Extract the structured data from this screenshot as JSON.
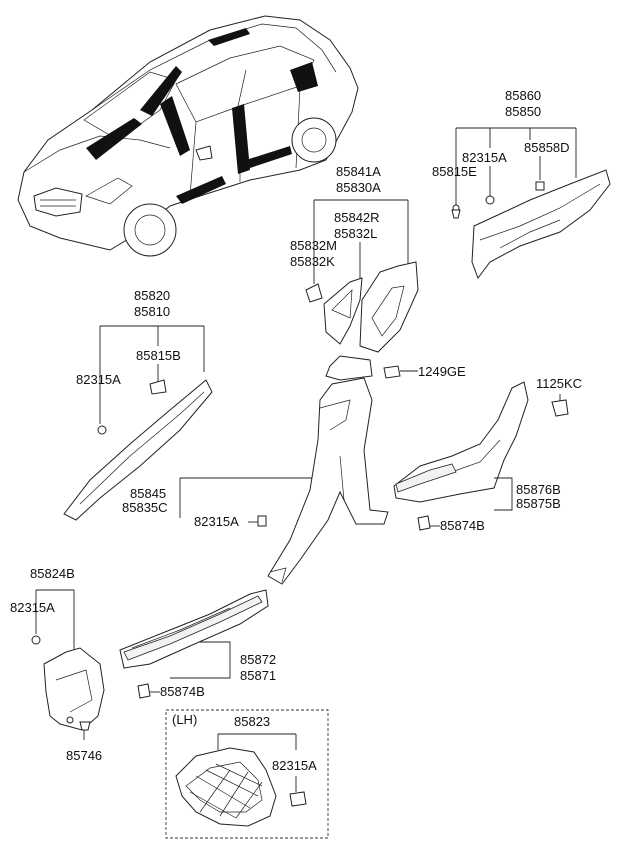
{
  "labels": {
    "p85860": "85860",
    "p85850": "85850",
    "p82315a_top": "82315A",
    "p85858d": "85858D",
    "p85815e": "85815E",
    "p85841a": "85841A",
    "p85830a": "85830A",
    "p85842r": "85842R",
    "p85832l": "85832L",
    "p85832m": "85832M",
    "p85832k": "85832K",
    "p85820": "85820",
    "p85810": "85810",
    "p85815b": "85815B",
    "p82315a_left": "82315A",
    "p1249ge": "1249GE",
    "p1125kc": "1125KC",
    "p85845": "85845",
    "p85835c": "85835C",
    "p82315a_mid": "82315A",
    "p85876b": "85876B",
    "p85875b": "85875B",
    "p85874b_right": "85874B",
    "p85824b": "85824B",
    "p82315a_lower": "82315A",
    "p85872": "85872",
    "p85871": "85871",
    "p85874b_low": "85874B",
    "p85746": "85746",
    "lh": "(LH)",
    "p85823": "85823",
    "p82315a_box": "82315A"
  }
}
